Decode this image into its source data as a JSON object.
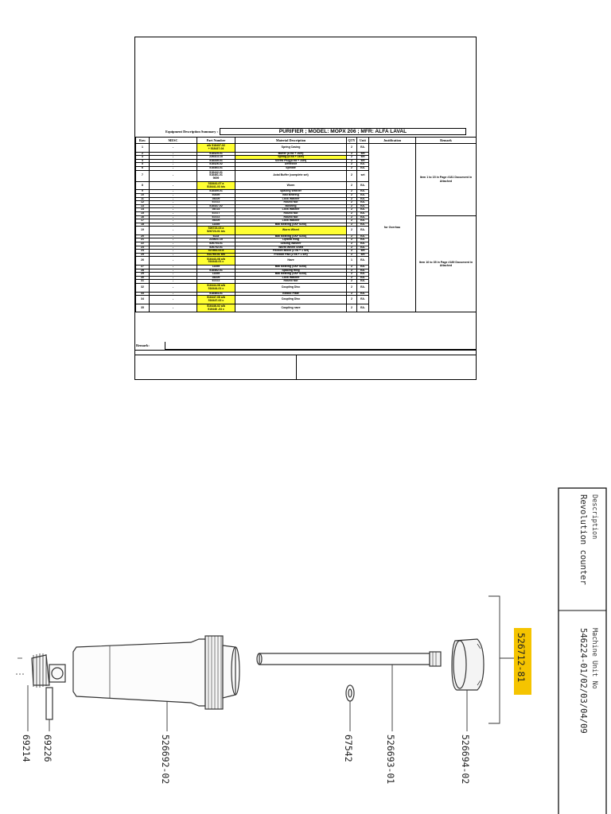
{
  "summary": {
    "label": "Equipment Description Summary :",
    "title": "PURIFIER ; MODEL: MOPX 206 ; MFR: ALFA LAVAL"
  },
  "table": {
    "headers": [
      "Row",
      "MESC",
      "Part Number",
      "Material Description",
      "QTY",
      "Unit",
      "Justification",
      "Remark"
    ],
    "rows": [
      {
        "row": "1",
        "mesc": "-",
        "part": "a/b 518437-02\n+ 518437-04",
        "desc": "Spring Casing",
        "qty": "2",
        "unit": "EA.",
        "part_hl": true
      },
      {
        "row": "2",
        "mesc": "-",
        "part": "518425-01",
        "desc": "Buffer (8 Ea + 1set)",
        "qty": "2",
        "unit": "set"
      },
      {
        "row": "3",
        "mesc": "-",
        "part": "226313-15",
        "desc": "Spring (8 Ea + 1set)",
        "qty": "2",
        "unit": "set",
        "desc_hl": true
      },
      {
        "row": "4",
        "mesc": "-",
        "part": "518349-01",
        "desc": "Screw Plug(8 Ea + 1set)",
        "qty": "2",
        "unit": "set"
      },
      {
        "row": "5",
        "mesc": "-",
        "part": "518426-02",
        "desc": "Deflector",
        "qty": "2",
        "unit": "EA."
      },
      {
        "row": "6",
        "mesc": "-",
        "part": "518463-01",
        "desc": "Spindle",
        "qty": "2",
        "unit": "EA."
      },
      {
        "row": "7",
        "mesc": "-",
        "part": "518442-01\n518461-01\n9699",
        "desc": "Axial Buffer (complete set)",
        "qty": "2",
        "unit": "set"
      },
      {
        "row": "8",
        "mesc": "-",
        "part": "518441-07 a\n518441-03 b/s",
        "desc": "Worm",
        "qty": "2",
        "unit": "EA.",
        "part_hl": true
      },
      {
        "row": "9",
        "mesc": "-",
        "part": "518459-01",
        "desc": "Spacing Washer",
        "qty": "2",
        "unit": "EA."
      },
      {
        "row": "10",
        "mesc": "-",
        "part": "60459",
        "desc": "Ball Bearing",
        "qty": "2",
        "unit": "EA."
      },
      {
        "row": "11",
        "mesc": "-",
        "part": "36109",
        "desc": "Lock Washer",
        "qty": "2",
        "unit": "EA."
      },
      {
        "row": "12",
        "mesc": "-",
        "part": "67472",
        "desc": "Round Nut",
        "qty": "2",
        "unit": "EA."
      },
      {
        "row": "13",
        "mesc": "-",
        "part": "518437-02",
        "desc": "Bushing",
        "qty": "2",
        "unit": "EA."
      },
      {
        "row": "14",
        "mesc": "-",
        "part": "36723",
        "desc": "Lock Washer",
        "qty": "2",
        "unit": "EA."
      },
      {
        "row": "15",
        "mesc": "-",
        "part": "67477",
        "desc": "Round Nut",
        "qty": "2",
        "unit": "EA."
      },
      {
        "row": "16",
        "mesc": "-",
        "part": "67472",
        "desc": "Round Nut",
        "qty": "2",
        "unit": "EA."
      },
      {
        "row": "17",
        "mesc": "-",
        "part": "36109",
        "desc": "Lock Washer",
        "qty": "2",
        "unit": "EA."
      },
      {
        "row": "18",
        "mesc": "-",
        "part": "11455",
        "desc": "Ball Bearing (SKF 6208)",
        "qty": "2",
        "unit": "EA."
      },
      {
        "row": "19",
        "mesc": "-",
        "part": "526723-03 a\n526723-01 b/s",
        "desc": "Worm Wheel",
        "qty": "2",
        "unit": "EA.",
        "part_hl": true,
        "desc_hl": true
      },
      {
        "row": "20",
        "mesc": "-",
        "part": "6133",
        "desc": "Ball Bearing (SKF 6208)",
        "qty": "2",
        "unit": "EA."
      },
      {
        "row": "21",
        "mesc": "-",
        "part": "223621-15",
        "desc": "Lipseal Ring",
        "qty": "2",
        "unit": "EA."
      },
      {
        "row": "22",
        "mesc": "-",
        "part": "526704-01",
        "desc": "Sealing Washer",
        "qty": "2",
        "unit": "EA."
      },
      {
        "row": "23",
        "mesc": "-",
        "part": "526702-01",
        "desc": "Worm Wheel Shaft",
        "qty": "2",
        "unit": "EA."
      },
      {
        "row": "24",
        "mesc": "-",
        "part": "527861-03 a",
        "desc": "Friction Block (2 ea + 1 set)",
        "qty": "2",
        "unit": "set",
        "part_hl": true
      },
      {
        "row": "25",
        "mesc": "-",
        "part": "511760-01 b/s",
        "desc": "Friction Pad (2 ea + 1 set)",
        "qty": "2",
        "unit": "set",
        "part_hl": true
      },
      {
        "row": "26",
        "mesc": "-",
        "part": "516443-08 a/b\n516443-01 c",
        "desc": "Nave",
        "qty": "1",
        "unit": "EA.",
        "part_hl": true
      },
      {
        "row": "27",
        "mesc": "-",
        "part": "11455",
        "desc": "Ball Bearing (SKF 6208)",
        "qty": "2",
        "unit": "EA."
      },
      {
        "row": "28",
        "mesc": "-",
        "part": "518462-01",
        "desc": "Spacing Ring",
        "qty": "2",
        "unit": "EA."
      },
      {
        "row": "29",
        "mesc": "-",
        "part": "11455",
        "desc": "Ball Bearing (SKF 6208)",
        "qty": "2",
        "unit": "EA."
      },
      {
        "row": "30",
        "mesc": "-",
        "part": "36109",
        "desc": "Lock Washer",
        "qty": "2",
        "unit": "EA."
      },
      {
        "row": "31",
        "mesc": "-",
        "part": "67472",
        "desc": "Round Nut",
        "qty": "2",
        "unit": "EA."
      },
      {
        "row": "32",
        "mesc": "-",
        "part": "516444-08 a/b\n516444-01 c",
        "desc": "Coupling Disc",
        "qty": "2",
        "unit": "EA.",
        "part_hl": true
      },
      {
        "row": "33",
        "mesc": "-",
        "part": "518464-01",
        "desc": "Elastic Plate",
        "qty": "2",
        "unit": "EA."
      },
      {
        "row": "34",
        "mesc": "-",
        "part": "516447-08 a/b\n516447-02 c",
        "desc": "Coupling Disc",
        "qty": "2",
        "unit": "EA.",
        "part_hl": true
      },
      {
        "row": "35",
        "mesc": "-",
        "part": "516446-02 a/b\n516446 -04 c",
        "desc": "Coupling nave",
        "qty": "2",
        "unit": "EA.",
        "part_hl": true
      }
    ],
    "justification": "for Overhau",
    "remark_1": "Item 1 to 15 in Page #181 Document in Attached",
    "remark_2": "Item 16 to 35 in Page #189 Document in Attached"
  },
  "remark_label": "Remark:",
  "drawing": {
    "part_numbers": [
      "69214",
      "69226",
      "526692-02",
      "67542",
      "526693-01",
      "526694-02"
    ],
    "highlighted_part": "526712-81",
    "title_block": {
      "description_label": "Description",
      "description_value": "Revolution counter",
      "machine_label": "Machine Unit No",
      "machine_value": "546224-01/02/03/04/09"
    },
    "highlight_color": "#f5c400"
  }
}
